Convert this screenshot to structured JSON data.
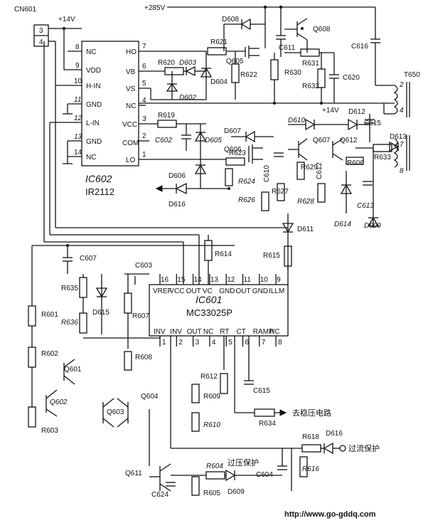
{
  "cn601": {
    "label": "CN601",
    "pins": [
      "3",
      "4"
    ]
  },
  "supply": {
    "v14a": "+14V",
    "v285": "+285V",
    "v14b": "+14V"
  },
  "ic602": {
    "name": "IC602",
    "part": "IR2112",
    "left_pins": [
      {
        "num": "8",
        "name": "NC"
      },
      {
        "num": "9",
        "name": "VDD"
      },
      {
        "num": "10",
        "name": "H-IN"
      },
      {
        "num": "11",
        "name": "GND"
      },
      {
        "num": "12",
        "name": "L-IN"
      },
      {
        "num": "13",
        "name": "GND"
      },
      {
        "num": "14",
        "name": "NC"
      }
    ],
    "right_pins": [
      {
        "num": "7",
        "name": "HO"
      },
      {
        "num": "6",
        "name": "VB"
      },
      {
        "num": "5",
        "name": "VS"
      },
      {
        "num": "4",
        "name": "NC"
      },
      {
        "num": "3",
        "name": "VCC"
      },
      {
        "num": "2",
        "name": "COM"
      },
      {
        "num": "1",
        "name": "LO"
      }
    ]
  },
  "ic601": {
    "name": "IC601",
    "part": "MC33025P",
    "top_pins": [
      {
        "num": "16",
        "name": "VREF"
      },
      {
        "num": "15",
        "name": "VCC"
      },
      {
        "num": "14",
        "name": "OUT"
      },
      {
        "num": "13",
        "name": "VC"
      },
      {
        "num": "12",
        "name": "GND"
      },
      {
        "num": "11",
        "name": "OUT"
      },
      {
        "num": "10",
        "name": "GND"
      },
      {
        "num": "9",
        "name": "ILLM"
      }
    ],
    "bottom_pins": [
      {
        "num": "1",
        "name": "INV"
      },
      {
        "num": "2",
        "name": "INV"
      },
      {
        "num": "3",
        "name": "OUT"
      },
      {
        "num": "4",
        "name": "NC"
      },
      {
        "num": "5",
        "name": "RT"
      },
      {
        "num": "6",
        "name": "CT"
      },
      {
        "num": "7",
        "name": "RAMP"
      },
      {
        "num": "8",
        "name": "NC"
      }
    ]
  },
  "labels": {
    "R620": "R620",
    "D603": "D603",
    "D602": "D602",
    "R621": "R621",
    "D604": "D604",
    "D608": "D608",
    "Q605": "Q605",
    "R622": "R622",
    "C611": "C611",
    "Q608": "Q608",
    "R631": "R631",
    "R630": "R630",
    "C620": "C620",
    "R632": "R632",
    "C616": "C616",
    "T650": "T650",
    "D612": "D612",
    "C615a": "C615",
    "D613": "D613",
    "R619": "R619",
    "C602": "C602",
    "D605": "D605",
    "D607": "D607",
    "D610": "D610",
    "Q607": "Q607",
    "Q612": "Q612",
    "R633": "R633",
    "Q606": "Q606",
    "R623": "R623",
    "C610": "C610",
    "R629": "R629",
    "C612": "C612",
    "R606": "R606",
    "D606": "D606",
    "R624": "R624",
    "R627": "R627",
    "D616a": "D616",
    "R626": "R626",
    "R628": "R628",
    "D614": "D614",
    "C613": "C613",
    "D609a": "D609",
    "D611": "D611",
    "C607": "C607",
    "R614": "R614",
    "R615": "R615",
    "C603": "C603",
    "R635": "R635",
    "D615": "D615",
    "R601": "R601",
    "R636": "R636",
    "R607": "R607",
    "R602": "R602",
    "R608": "R608",
    "Q601": "Q601",
    "R612": "R612",
    "Q602": "Q602",
    "R609": "R609",
    "C615b": "C615",
    "Q603": "Q603",
    "Q604": "Q604",
    "R603": "R603",
    "R610": "R610",
    "R634": "R634",
    "R618": "R618",
    "D616b": "D616",
    "R604": "R604",
    "C604": "C604",
    "R616": "R616",
    "Q611": "Q611",
    "C624": "C624",
    "R605": "R605",
    "D609b": "D609",
    "t2": "2",
    "t4": "4",
    "t7": "7",
    "t8": "8"
  },
  "annotations": {
    "to_regulator": "去稳压电路",
    "overcurrent": "过流保护",
    "overvoltage": "过压保护"
  },
  "footer": {
    "url": "http://www.go-gddq.com"
  }
}
